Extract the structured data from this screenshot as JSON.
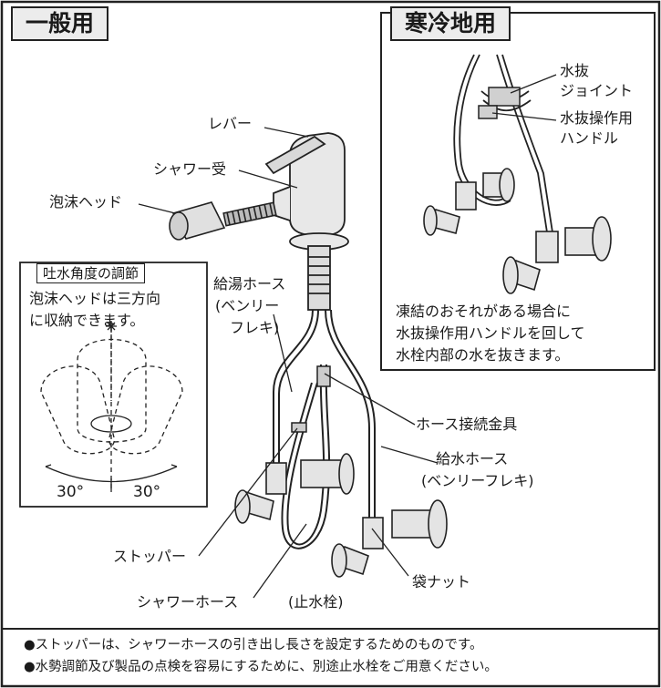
{
  "sections": {
    "general": "一般用",
    "cold": "寒冷地用"
  },
  "labels": {
    "lever": "レバー",
    "shower_holder": "シャワー受",
    "foam_head": "泡沫ヘッド",
    "hot_hose_1": "給湯ホース",
    "hot_hose_2": "(ベンリー",
    "hot_hose_3": "フレキ)",
    "hose_fitting": "ホース接続金具",
    "cold_hose_1": "給水ホース",
    "cold_hose_2": "(ベンリーフレキ)",
    "stopper": "ストッパー",
    "shower_hose": "シャワーホース",
    "stop_valve": "(止水栓)",
    "cap_nut": "袋ナット",
    "drain_joint_1": "水抜",
    "drain_joint_2": "ジョイント",
    "drain_handle_1": "水抜操作用",
    "drain_handle_2": "ハンドル"
  },
  "angle_box": {
    "title": "吐水角度の調節",
    "text_1": "泡沫ヘッドは三方向",
    "text_2": "に収納できます。",
    "angle_left": "30°",
    "angle_right": "30°"
  },
  "cold_note": {
    "line_1": "凍結のおそれがある場合に",
    "line_2": "水抜操作用ハンドルを回して",
    "line_3": "水栓内部の水を抜きます。"
  },
  "notes": {
    "note_1": "●ストッパーは、シャワーホースの引き出し長さを設定するためのものです。",
    "note_2": "●水勢調節及び製品の点検を容易にするために、別途止水栓をご用意ください。"
  }
}
